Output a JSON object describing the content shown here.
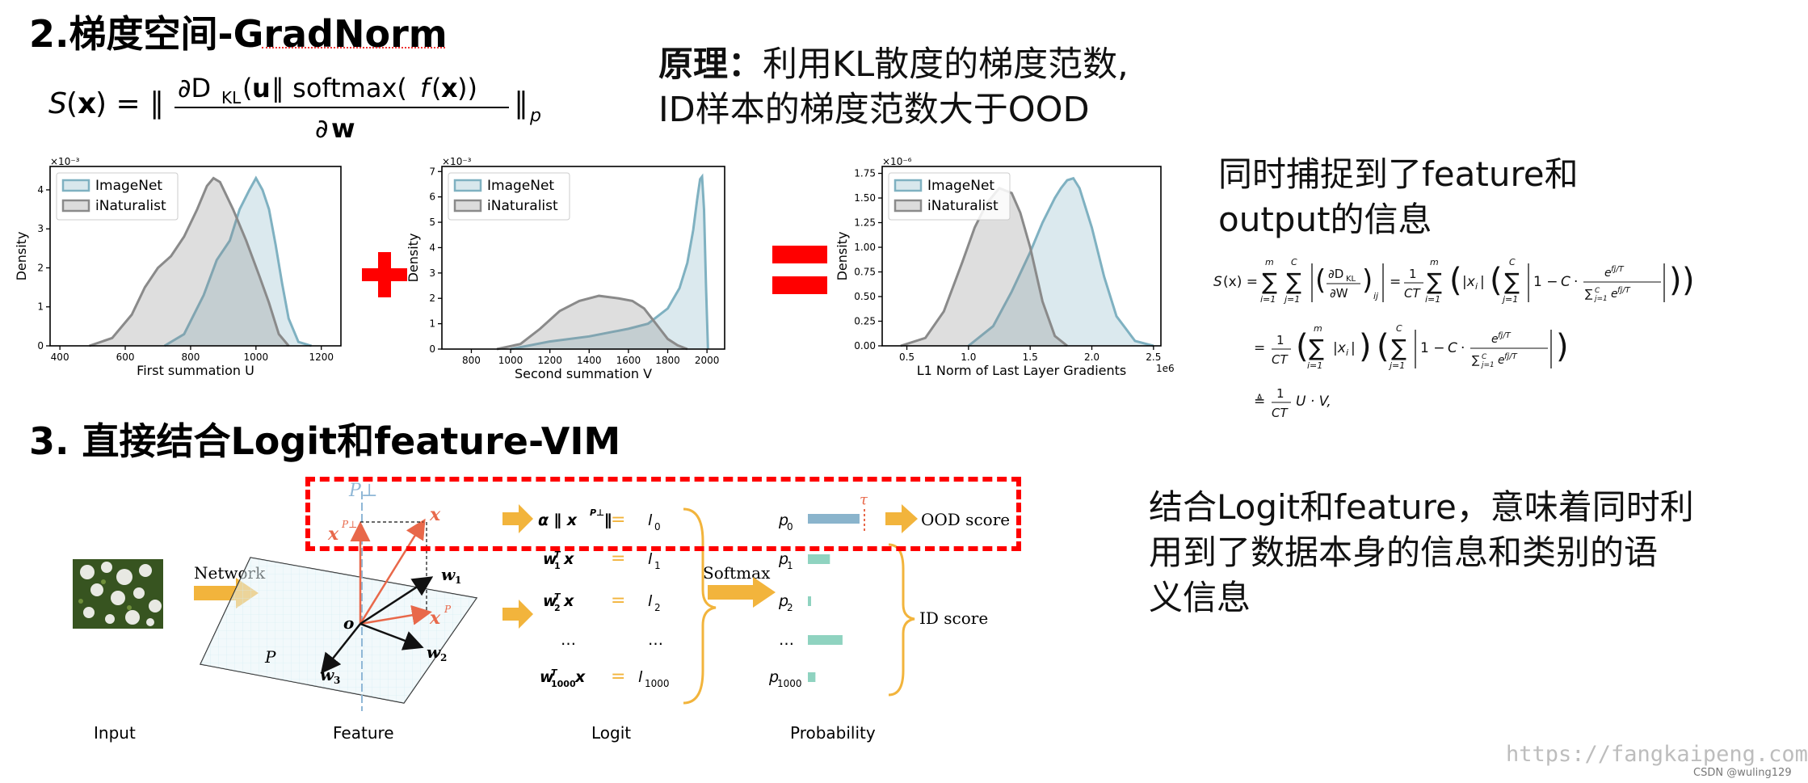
{
  "section2": {
    "title": "2.梯度空间-GradNorm",
    "principle_label": "原理：",
    "principle_line1": "利用KL散度的梯度范数,",
    "principle_line2": "ID样本的梯度范数大于OOD",
    "capture_line1": "同时捕捉到了feature和",
    "capture_line2": "output的信息"
  },
  "section3": {
    "title": "3. 直接结合Logit和feature-VIM",
    "note_line1": "结合Logit和feature，意味着同时利",
    "note_line2": "用到了数据本身的信息和类别的语",
    "note_line3": "义信息"
  },
  "operators": {
    "plus": "plus-sign",
    "equals": "equals-sign"
  },
  "colors": {
    "imagenet": "#7fb1c1",
    "inaturalist": "#8a8a8a",
    "red": "#ff0000",
    "orange": "#f2b43c",
    "teal": "#8fd3c0",
    "blue_bar": "#8ab4cc"
  },
  "chart_data": [
    {
      "type": "area",
      "xlabel": "First summation U",
      "ylabel": "Density",
      "scale_note": "×10⁻³",
      "xlim": [
        370,
        1260
      ],
      "ylim": [
        0,
        4.6
      ],
      "xticks": [
        "400",
        "600",
        "800",
        "1000",
        "1200"
      ],
      "yticks": [
        "0",
        "1",
        "2",
        "3",
        "4"
      ],
      "legend": [
        "ImageNet",
        "iNaturalist"
      ],
      "legend_position": "top-left",
      "series": [
        {
          "name": "ImageNet",
          "x": [
            720,
            780,
            840,
            880,
            920,
            950,
            980,
            1000,
            1020,
            1040,
            1060,
            1080,
            1100,
            1130,
            1170
          ],
          "values": [
            0,
            0.3,
            1.3,
            2.2,
            2.7,
            3.5,
            4.0,
            4.3,
            4.0,
            3.5,
            2.6,
            1.6,
            0.7,
            0.1,
            0
          ]
        },
        {
          "name": "iNaturalist",
          "x": [
            490,
            560,
            620,
            660,
            700,
            740,
            780,
            820,
            850,
            870,
            890,
            930,
            970,
            1010,
            1040,
            1070,
            1100
          ],
          "values": [
            0,
            0.2,
            0.8,
            1.5,
            2.0,
            2.3,
            2.8,
            3.5,
            4.1,
            4.3,
            4.2,
            3.5,
            2.7,
            1.8,
            1.1,
            0.3,
            0
          ]
        }
      ]
    },
    {
      "type": "area",
      "xlabel": "Second summation V",
      "ylabel": "Density",
      "scale_note": "×10⁻³",
      "xlim": [
        650,
        2090
      ],
      "ylim": [
        0,
        7.2
      ],
      "xticks": [
        "800",
        "1000",
        "1200",
        "1400",
        "1600",
        "1800",
        "2000"
      ],
      "yticks": [
        "0",
        "1",
        "2",
        "3",
        "4",
        "5",
        "6",
        "7"
      ],
      "legend": [
        "ImageNet",
        "iNaturalist"
      ],
      "legend_position": "top-left",
      "series": [
        {
          "name": "ImageNet",
          "x": [
            1000,
            1200,
            1400,
            1600,
            1700,
            1800,
            1860,
            1900,
            1930,
            1950,
            1965,
            1975,
            1985,
            1995,
            2005
          ],
          "values": [
            0,
            0.3,
            0.5,
            0.8,
            1.0,
            1.6,
            2.4,
            3.4,
            4.7,
            5.9,
            6.7,
            6.8,
            5.5,
            2.5,
            0
          ]
        },
        {
          "name": "iNaturalist",
          "x": [
            930,
            1050,
            1150,
            1250,
            1350,
            1450,
            1550,
            1620,
            1680,
            1720,
            1760,
            1800,
            1850,
            1900
          ],
          "values": [
            0,
            0.2,
            0.8,
            1.5,
            1.9,
            2.1,
            2.0,
            1.9,
            1.6,
            1.2,
            0.8,
            0.4,
            0.15,
            0
          ]
        }
      ]
    },
    {
      "type": "area",
      "xlabel": "L1 Norm of Last Layer Gradients",
      "ylabel": "Density",
      "scale_note": "×10⁻⁶",
      "x_exponent": "1e6",
      "xlim": [
        0.3,
        2.56
      ],
      "ylim": [
        0,
        1.82
      ],
      "xticks": [
        "0.5",
        "1.0",
        "1.5",
        "2.0",
        "2.5"
      ],
      "yticks": [
        "0.00",
        "0.25",
        "0.50",
        "0.75",
        "1.00",
        "1.25",
        "1.50",
        "1.75"
      ],
      "legend": [
        "ImageNet",
        "iNaturalist"
      ],
      "legend_position": "top-left",
      "series": [
        {
          "name": "ImageNet",
          "x": [
            1.0,
            1.2,
            1.35,
            1.5,
            1.6,
            1.7,
            1.75,
            1.8,
            1.85,
            1.9,
            2.0,
            2.1,
            2.2,
            2.35,
            2.5
          ],
          "values": [
            0,
            0.2,
            0.55,
            0.95,
            1.25,
            1.5,
            1.6,
            1.68,
            1.7,
            1.6,
            1.2,
            0.7,
            0.3,
            0.05,
            0
          ]
        },
        {
          "name": "iNaturalist",
          "x": [
            0.45,
            0.65,
            0.8,
            0.95,
            1.05,
            1.15,
            1.25,
            1.35,
            1.42,
            1.5,
            1.6,
            1.7,
            1.8
          ],
          "values": [
            0,
            0.08,
            0.35,
            0.85,
            1.2,
            1.45,
            1.6,
            1.55,
            1.35,
            1.0,
            0.45,
            0.1,
            0
          ]
        }
      ]
    }
  ],
  "diagram": {
    "network_label": "Network",
    "softmax_label": "Softmax",
    "ood_score": "OOD score",
    "id_score": "ID score",
    "bottom_labels": [
      "Input",
      "Feature",
      "Logit",
      "Probability"
    ],
    "p_perp": "P⊥",
    "x_perp": "x",
    "x_vec": "x",
    "x_p": "x",
    "origin": "o",
    "plane": "P",
    "w1": "w",
    "w2": "w",
    "w3": "w",
    "tau": "τ",
    "eq": "=",
    "dots": "…",
    "l_row0_lhs": "α ∥ x",
    "logits": [
      "l",
      "l",
      "l",
      "…",
      "l"
    ],
    "probs": [
      "p",
      "p",
      "p",
      "…",
      "p"
    ],
    "prob_bar_values": [
      0.82,
      0.35,
      0.05,
      0.55,
      0.12
    ]
  },
  "watermark": "https://fangkaipeng.com",
  "csdn": "CSDN @wuling129"
}
